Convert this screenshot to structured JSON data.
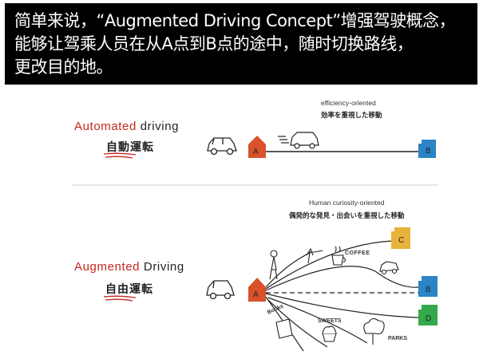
{
  "banner": {
    "line1": "简单来说，“Augmented Driving Concept”增强驾驶概念，",
    "line2": "能够让驾乘人员在从A点到B点的途中，随时切换路线，",
    "line3": "更改目的地。"
  },
  "top_section": {
    "title_en_accent": "Automated",
    "title_en_rest": " driving",
    "title_jp": "自動運転",
    "caption_en": "efficiency-oriented",
    "caption_jp": "効率を重視した移動",
    "point_start": "A",
    "point_end": "B"
  },
  "bottom_section": {
    "title_en_accent": "Augmented",
    "title_en_rest": " Driving",
    "title_jp": "自由運転",
    "caption_en": "Human curiosity-oriented",
    "caption_jp": "偶発的な発見・出会いを重視した移動",
    "point_start": "A",
    "point_b": "B",
    "point_c": "C",
    "point_d": "D",
    "label_coffee": "COFFEE",
    "label_books": "Books",
    "label_sweets": "SWEETS",
    "label_parks": "PARKS"
  },
  "colors": {
    "accent_red": "#c4271d",
    "house_red": "#d9522a",
    "building_blue": "#2b84c6",
    "building_yellow": "#e8b33a",
    "building_green": "#34a84a"
  }
}
